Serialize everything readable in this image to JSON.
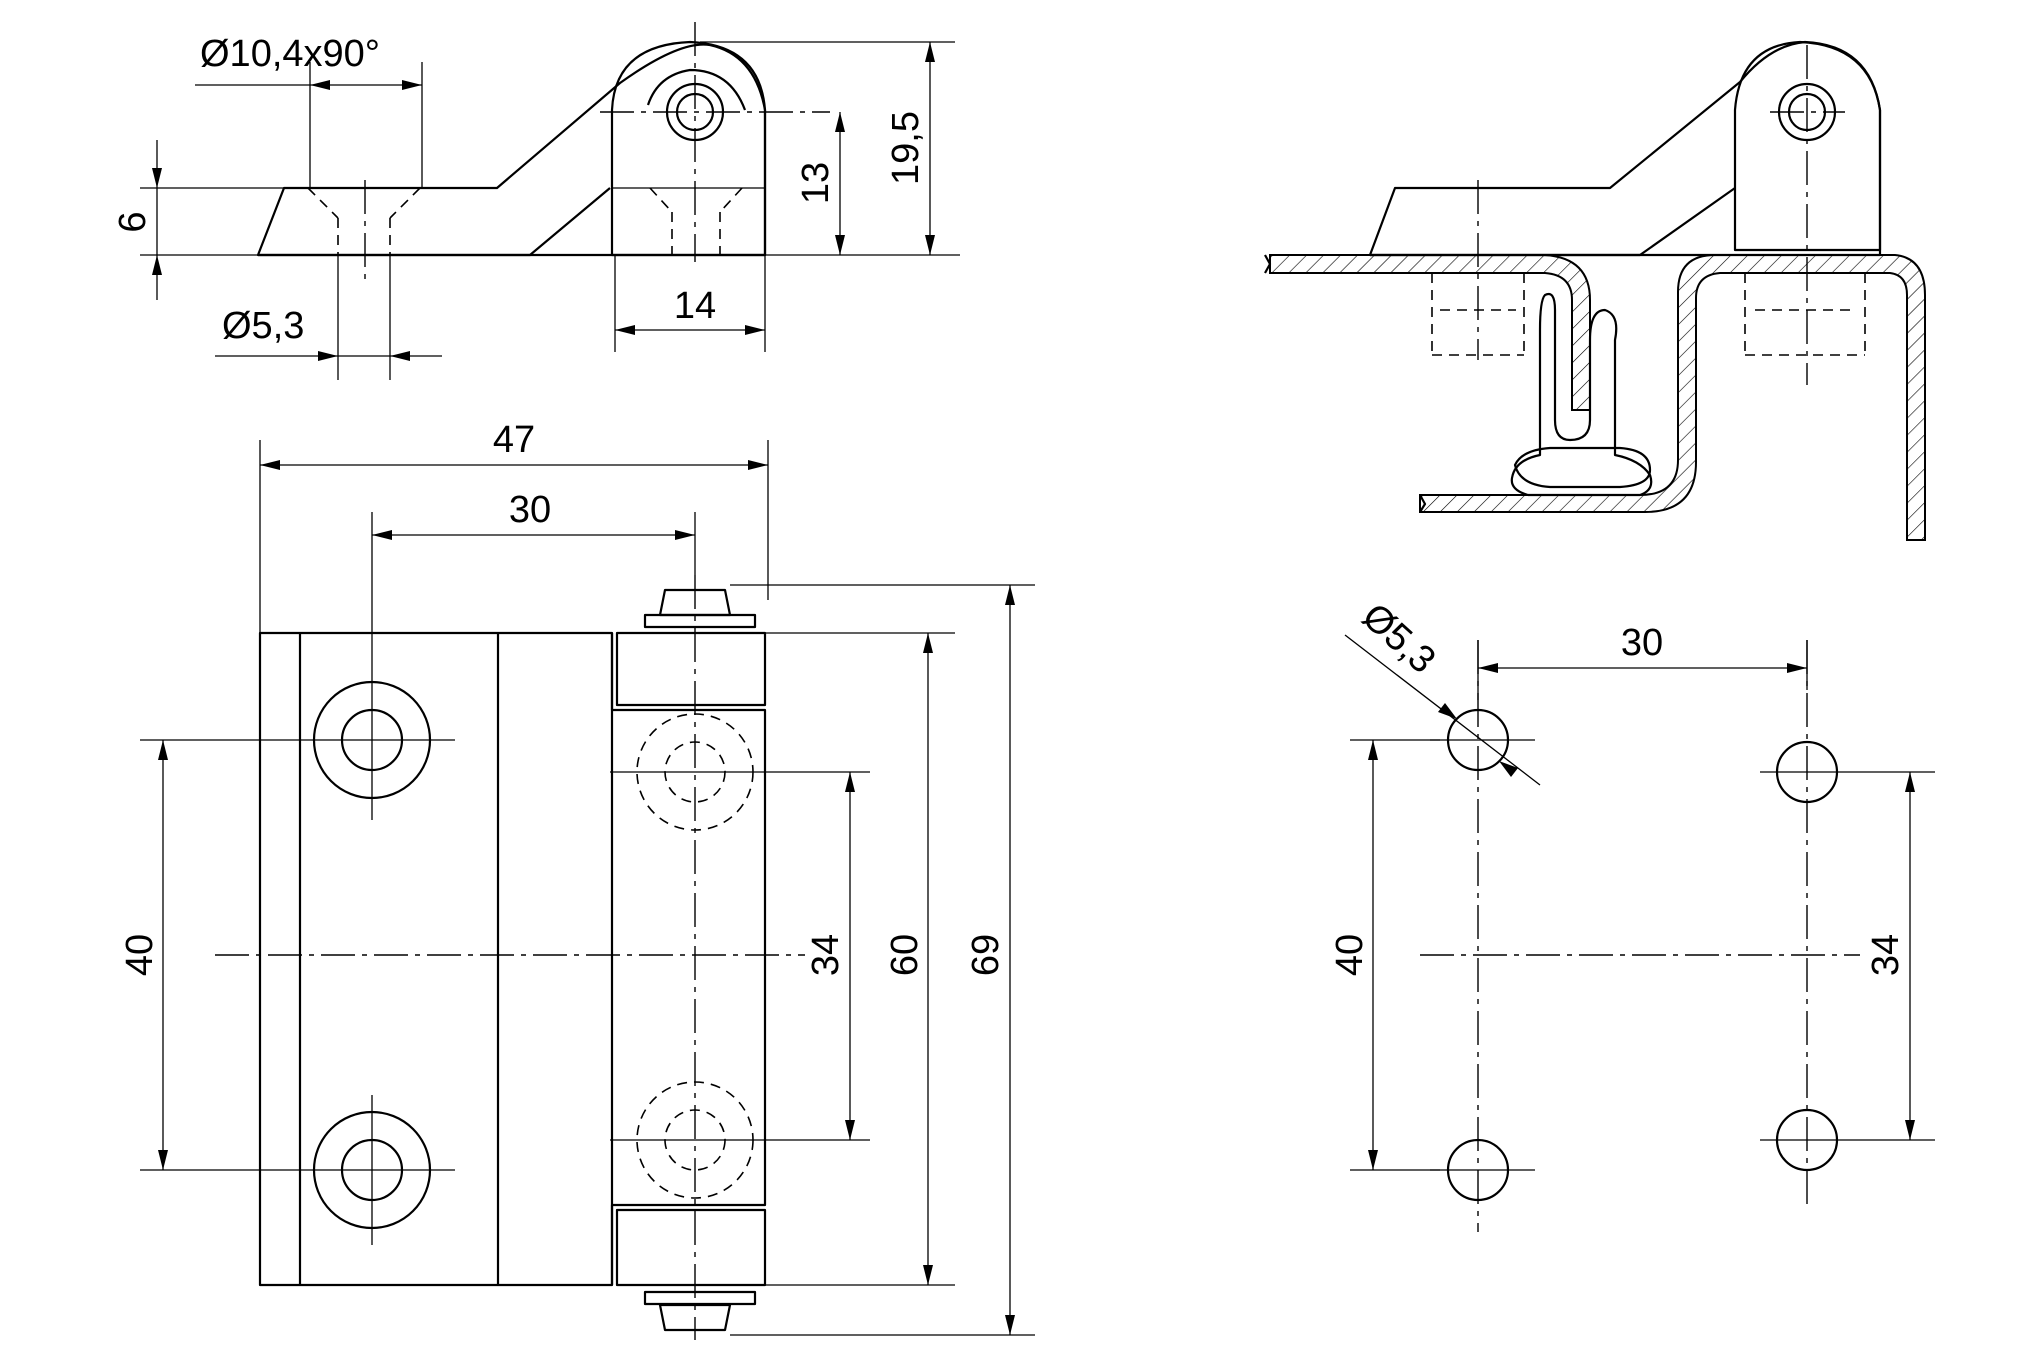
{
  "dimensions": {
    "countersink": "Ø10,4x90°",
    "through_hole": "Ø5,3",
    "base_thickness": "6",
    "knuckle_width": "14",
    "pin_height": "13",
    "overall_height": "19,5",
    "overall_width": "47",
    "hole_offset": "30",
    "leaf_hole_pitch": "40",
    "knuckle_hole_pitch": "34",
    "knuckle_length": "60",
    "overall_length": "69"
  },
  "pattern": {
    "hole_diameter": "Ø5,3",
    "spacing": "30",
    "left_pitch": "40",
    "right_pitch": "34"
  }
}
